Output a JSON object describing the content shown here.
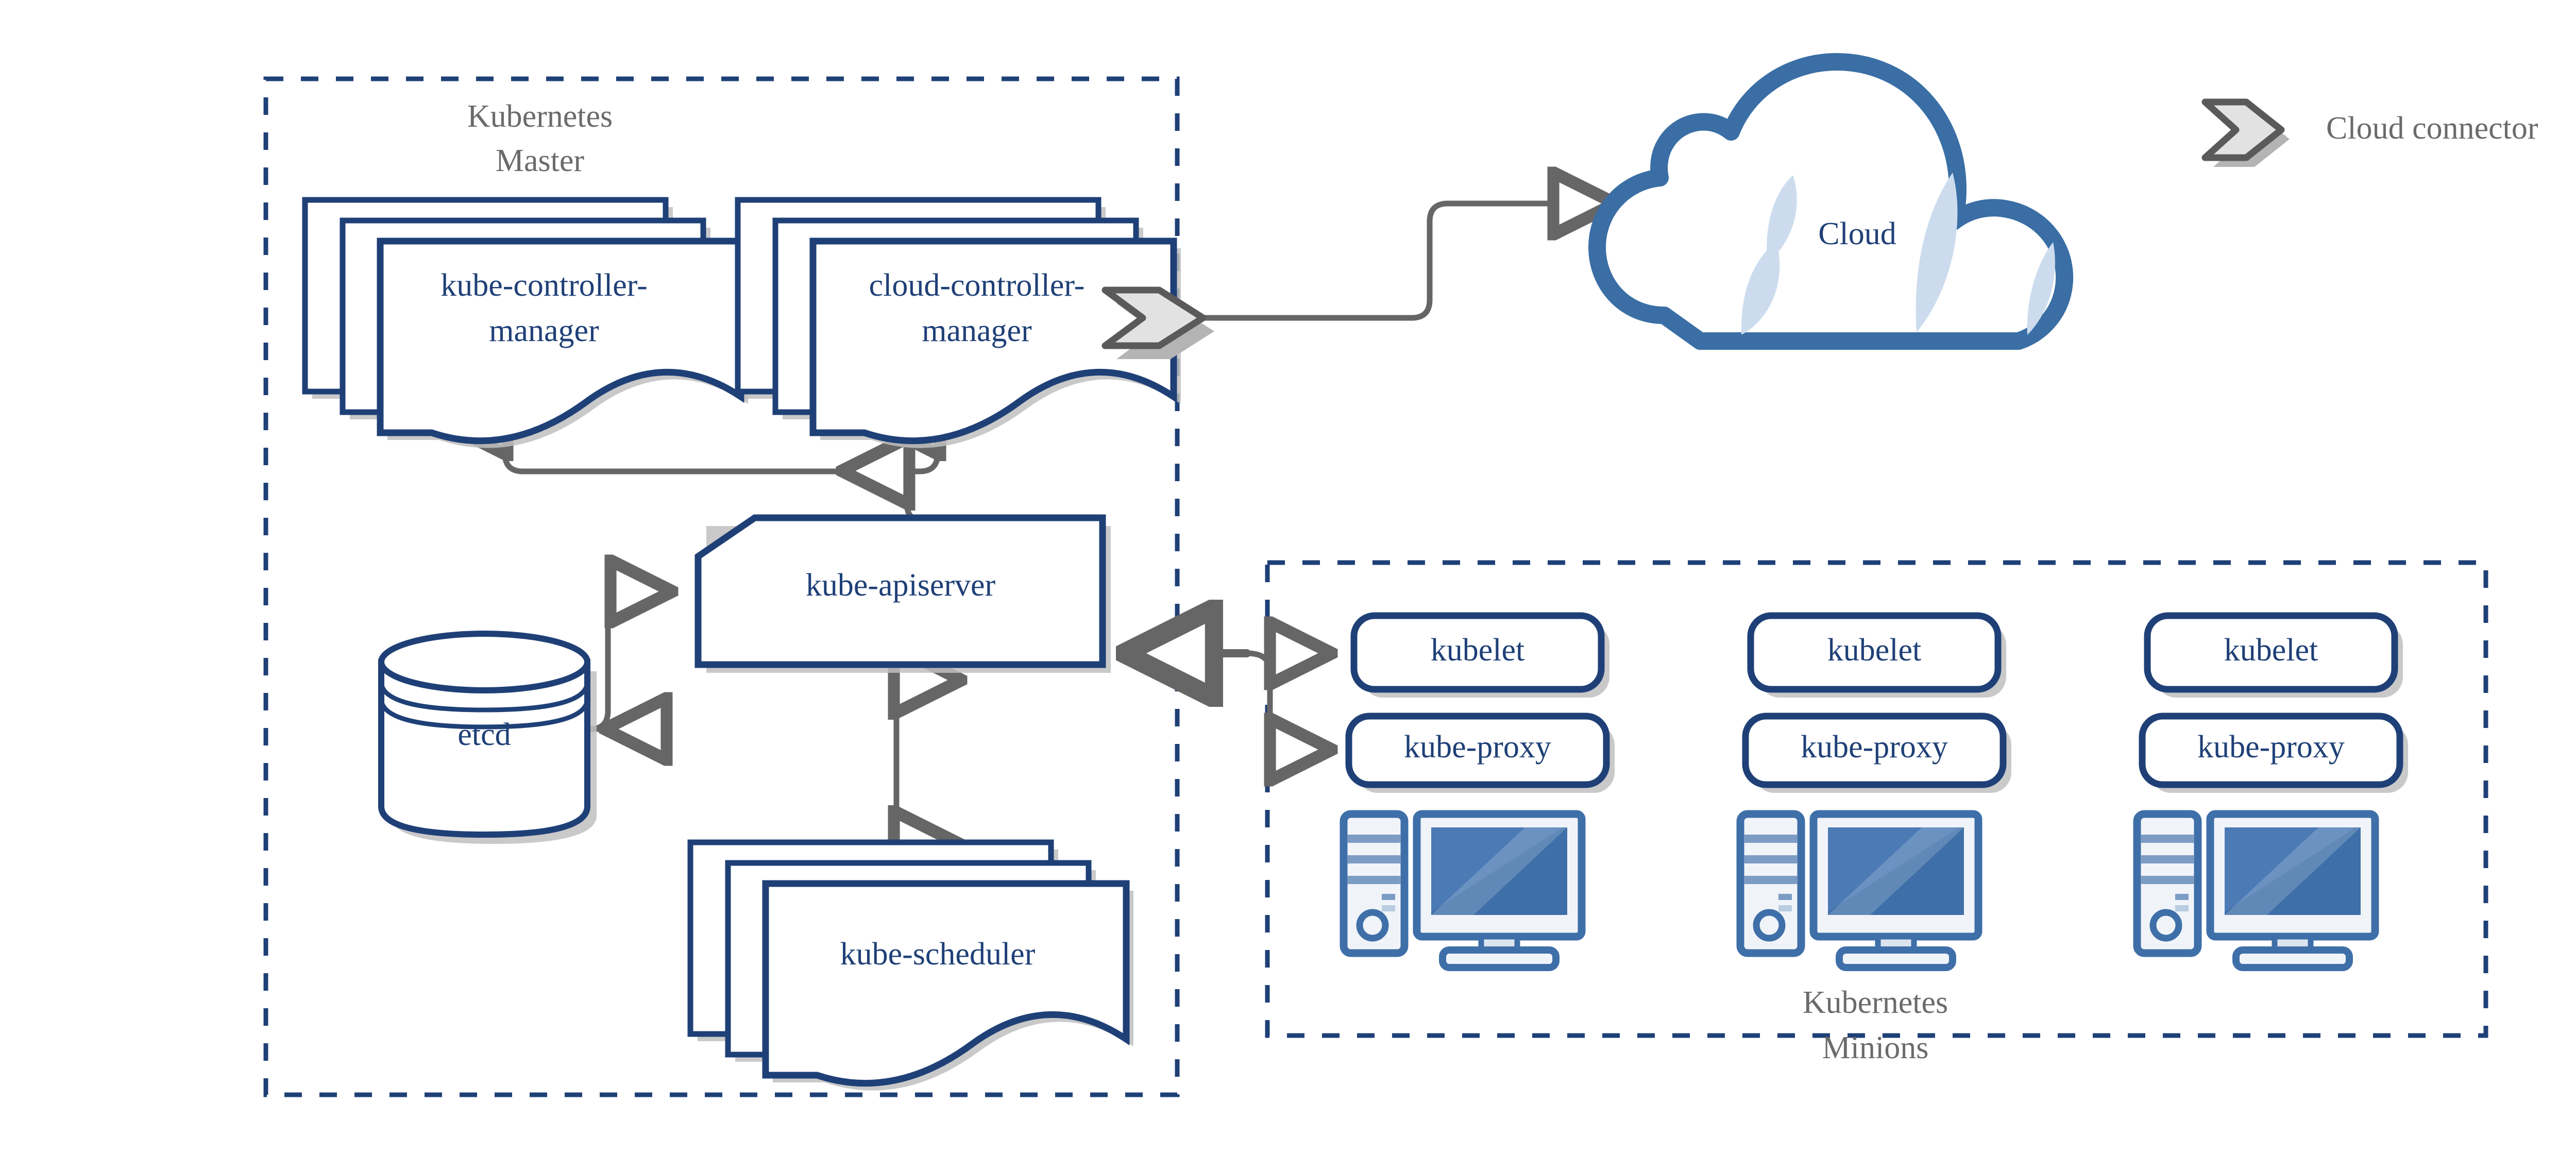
{
  "diagram": {
    "title_groups": {
      "master": "Kubernetes\nMaster",
      "master_line1": "Kubernetes",
      "master_line2": "Master",
      "minions_line1": "Kubernetes",
      "minions_line2": "Minions"
    },
    "legend": {
      "cloud_connector_label": "Cloud connector",
      "icon": "cloud-connector-chevron"
    },
    "colors": {
      "node_stroke": "#1f4077",
      "node_fill": "#ffffff",
      "node_text": "#1f4077",
      "group_border": "#1f4077",
      "group_text": "#6b6b6b",
      "arrow": "#666666",
      "shadow": "#c0c0c0",
      "cloud_stroke": "#3a6ea5",
      "cloud_shade": "#ccdcee",
      "connector_fill": "#e0e0e0",
      "connector_stroke": "#5a5a5a",
      "computer_screen": "#3f6fa8",
      "computer_light": "#f0f4f9",
      "computer_band": "#7c9cc4"
    },
    "master": {
      "label_line1": "Kubernetes",
      "label_line2": "Master",
      "nodes": [
        {
          "id": "kube-controller-manager",
          "label_line1": "kube-controller-",
          "label_line2": "manager",
          "shape": "document-stack"
        },
        {
          "id": "cloud-controller-manager",
          "label_line1": "cloud-controller-",
          "label_line2": "manager",
          "shape": "document-stack"
        },
        {
          "id": "kube-apiserver",
          "label": "kube-apiserver",
          "shape": "cut-corner-box"
        },
        {
          "id": "etcd",
          "label": "etcd",
          "shape": "cylinder"
        },
        {
          "id": "kube-scheduler",
          "label": "kube-scheduler",
          "shape": "document-stack"
        }
      ]
    },
    "cloud": {
      "label": "Cloud",
      "shape": "cloud"
    },
    "minions": {
      "label_line1": "Kubernetes",
      "label_line2": "Minions",
      "nodes": [
        {
          "kubelet": "kubelet",
          "kube_proxy": "kube-proxy",
          "computer": "computer-icon"
        },
        {
          "kubelet": "kubelet",
          "kube_proxy": "kube-proxy",
          "computer": "computer-icon"
        },
        {
          "kubelet": "kubelet",
          "kube_proxy": "kube-proxy",
          "computer": "computer-icon"
        }
      ]
    },
    "connections": [
      {
        "from": "kube-apiserver",
        "to": "kube-controller-manager",
        "style": "arrow-up"
      },
      {
        "from": "kube-apiserver",
        "to": "cloud-controller-manager",
        "style": "arrow-up"
      },
      {
        "from": "kube-controller-manager",
        "to": "kube-apiserver",
        "style": "arrow-down"
      },
      {
        "from": "kube-apiserver",
        "to": "etcd",
        "style": "bidirectional"
      },
      {
        "from": "kube-apiserver",
        "to": "kube-scheduler",
        "style": "bidirectional"
      },
      {
        "from": "kubelet",
        "to": "kube-apiserver",
        "style": "arrow-left"
      },
      {
        "from": "kube-apiserver",
        "to": "kubelet",
        "style": "arrow-right"
      },
      {
        "from": "kube-apiserver",
        "to": "kube-proxy",
        "style": "arrow-right"
      },
      {
        "from": "cloud-controller-manager",
        "to": "cloud",
        "style": "arrow-right"
      }
    ]
  }
}
